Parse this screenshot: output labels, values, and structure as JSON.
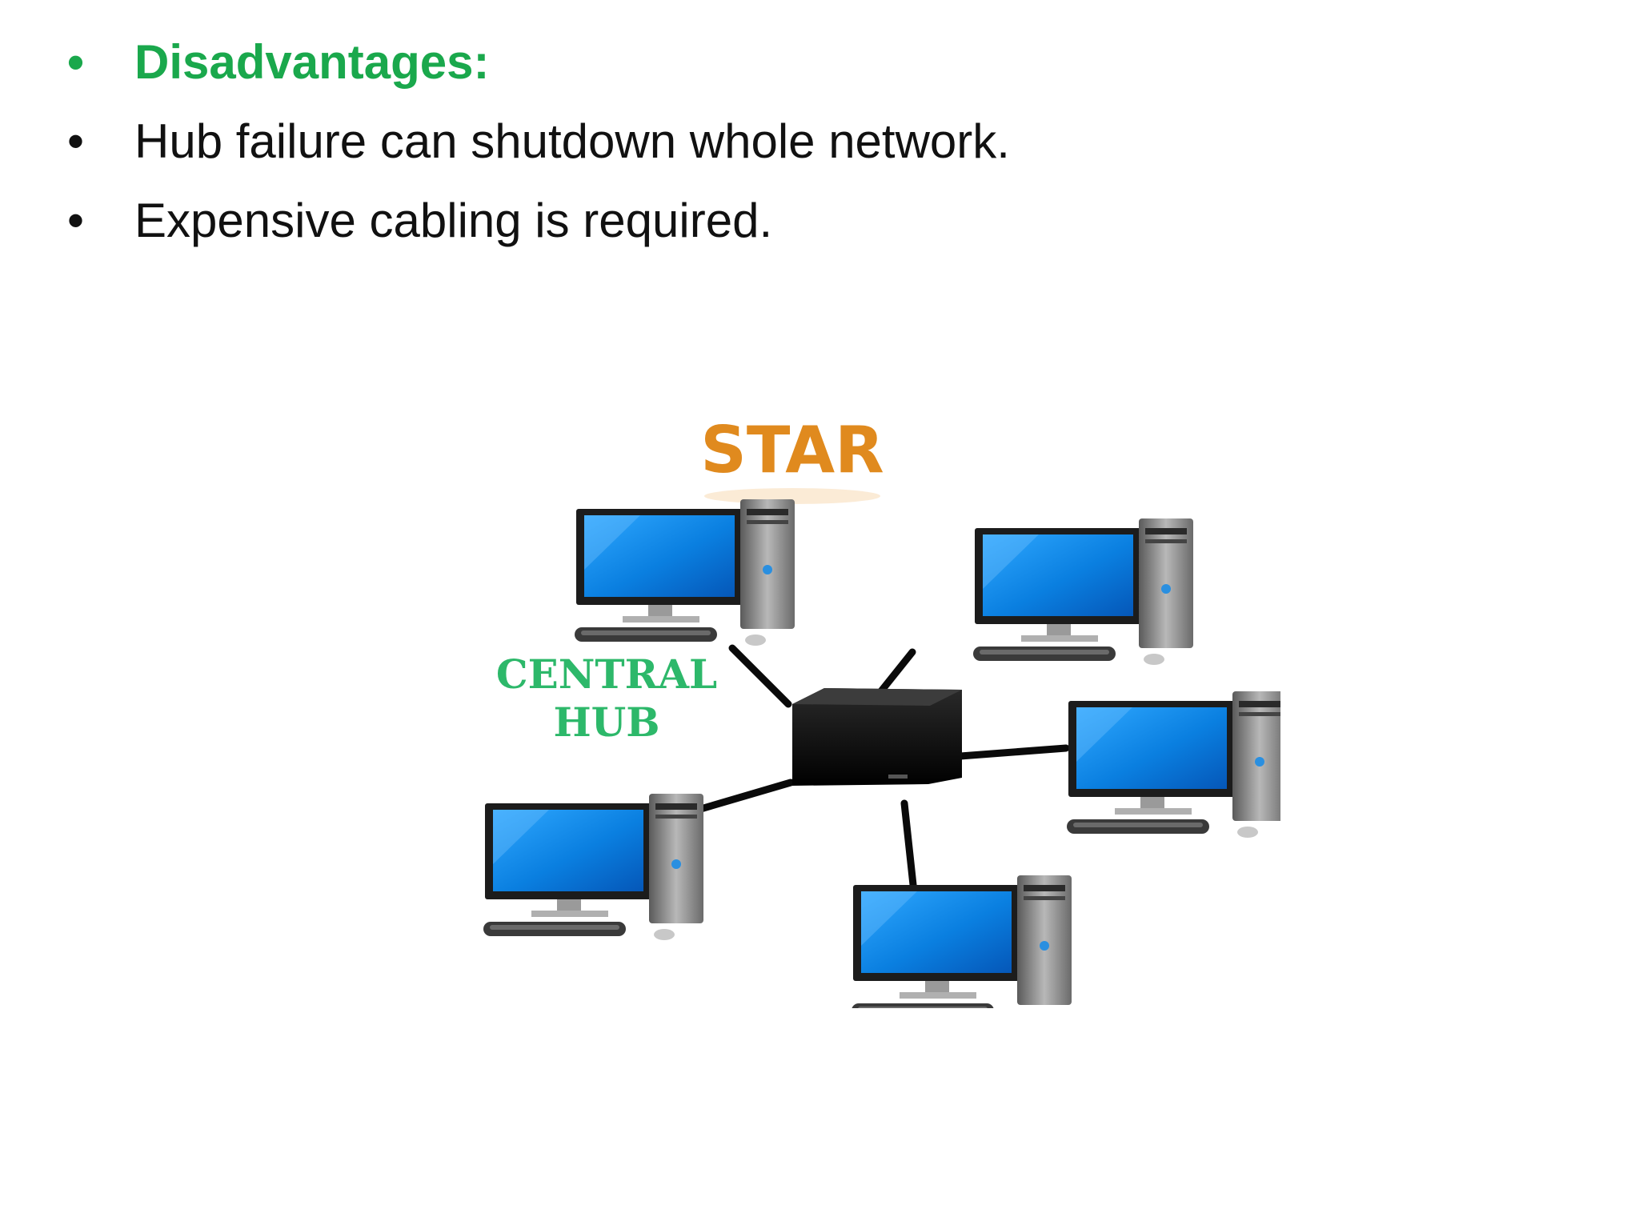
{
  "slide": {
    "bullets": [
      {
        "marker": "•",
        "text": "Disadvantages:"
      },
      {
        "marker": "•",
        "text": "Hub failure can shutdown whole network."
      },
      {
        "marker": "•",
        "text": "Expensive cabling is required."
      }
    ],
    "heading_color": "#1aa84c",
    "text_color": "#111111"
  },
  "diagram": {
    "title": "STAR",
    "hub_label_line1": "CENTRAL",
    "hub_label_line2": "HUB",
    "title_color": "#e08a1e",
    "hub_label_color": "#2db86a",
    "hub_icon": "network-hub-icon",
    "computer_icon": "desktop-computer-icon",
    "computer_count": 5
  }
}
